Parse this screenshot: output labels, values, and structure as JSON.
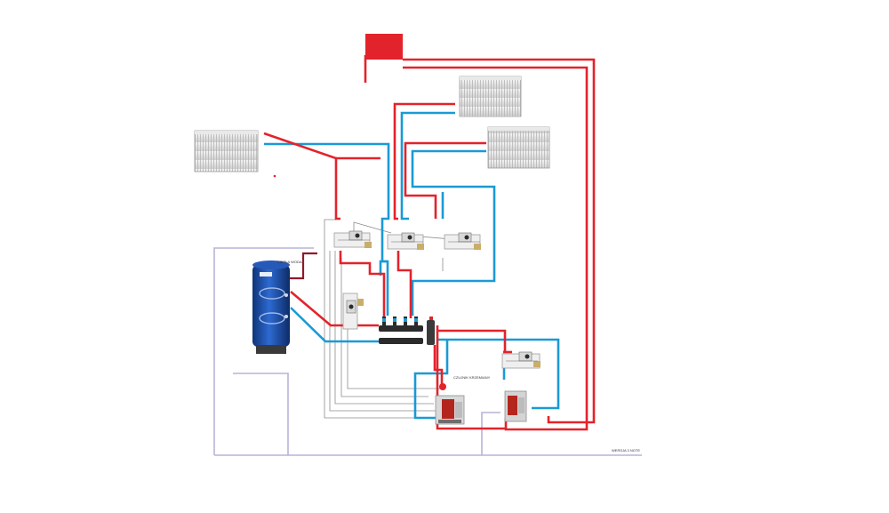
{
  "labels": {
    "tank_label": "CIEPŁA WODA",
    "boiler_label": "CZUJNIK KRZEMIANY",
    "footer_label": "WERSJA 3 NOTE"
  },
  "colors": {
    "supply": "#e3232b",
    "return": "#1a9ad6",
    "signal": "#b7b3d8",
    "control": "#8a8a8a",
    "tank": "#1c4fa3",
    "expansion": "#e3232b"
  },
  "components": {
    "radiators": [
      "radiator-left",
      "radiator-top",
      "radiator-right"
    ],
    "pump_groups": [
      "pump-group-1",
      "pump-group-2",
      "pump-group-3",
      "pump-group-4",
      "pump-group-boiler"
    ],
    "manifold": "manifold",
    "hot_water_tank": "hot-water-tank",
    "boilers": [
      "boiler-main",
      "boiler-secondary"
    ],
    "expansion_vessel": "expansion-vessel"
  }
}
